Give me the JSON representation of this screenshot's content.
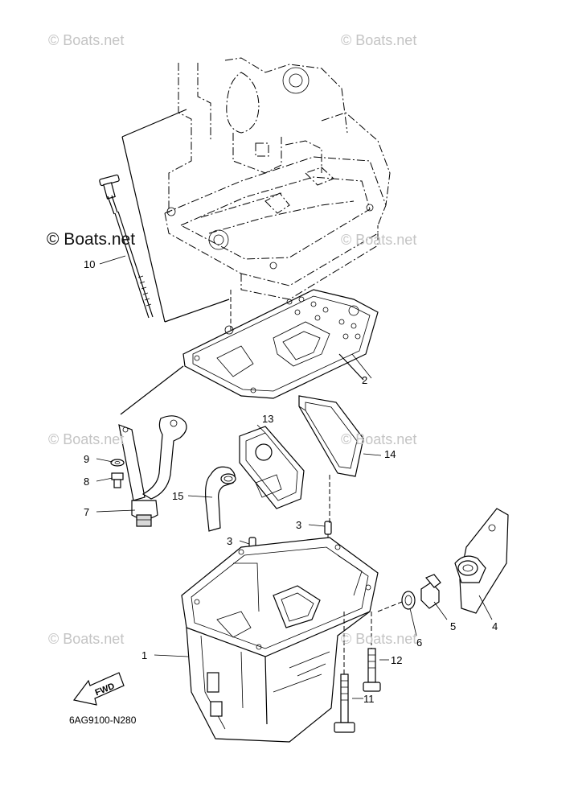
{
  "watermarks": [
    "© Boats.net",
    "© Boats.net",
    "© Boats.net",
    "© Boats.net",
    "© Boats.net",
    "© Boats.net",
    "© Boats.net"
  ],
  "logo_text": "© Boats.net",
  "fwd_label": "FWD",
  "diagram_code": "6AG9100-N280",
  "callouts": {
    "c1": "1",
    "c2": "2",
    "c3a": "3",
    "c3b": "3",
    "c4": "4",
    "c5": "5",
    "c6": "6",
    "c7": "7",
    "c8": "8",
    "c9": "9",
    "c10": "10",
    "c11": "11",
    "c12": "12",
    "c13": "13",
    "c14": "14",
    "c15": "15"
  }
}
